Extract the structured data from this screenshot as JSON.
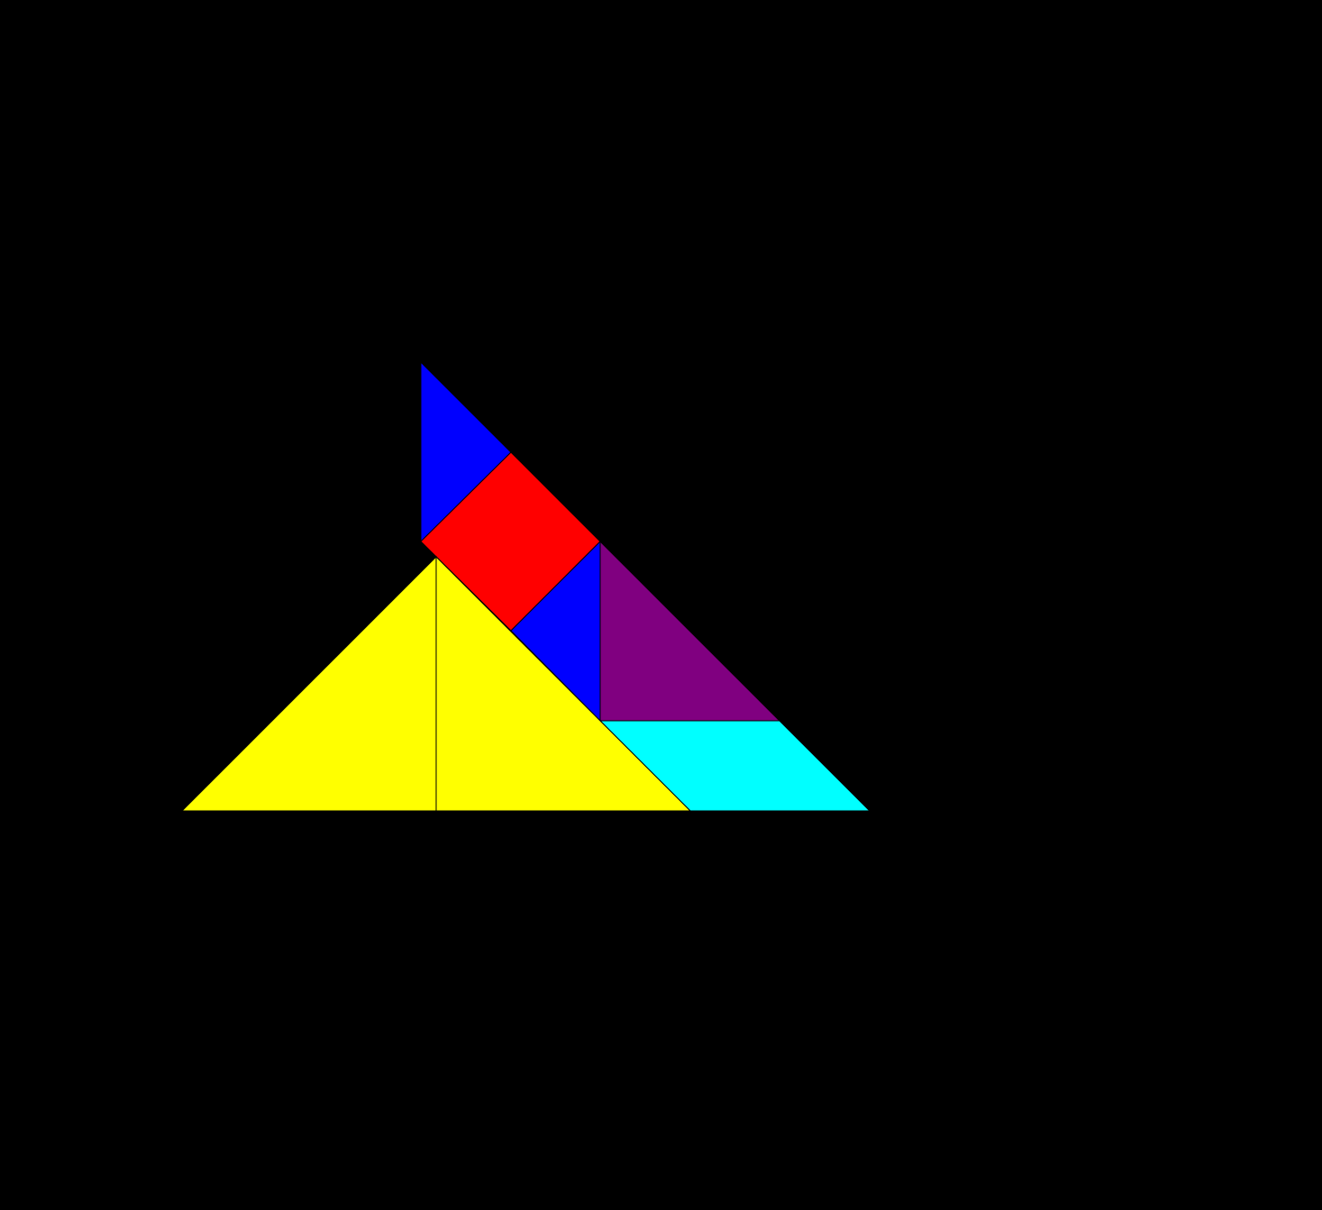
{
  "puzzle": {
    "background_color": "#000000",
    "pieces": [
      {
        "id": "small-triangle-top",
        "shape": "small-triangle",
        "color": "#0000ff"
      },
      {
        "id": "square",
        "shape": "square",
        "color": "#ff0000"
      },
      {
        "id": "small-triangle-middle",
        "shape": "small-triangle",
        "color": "#0000ff"
      },
      {
        "id": "medium-triangle",
        "shape": "medium-triangle",
        "color": "#800080"
      },
      {
        "id": "parallelogram",
        "shape": "parallelogram",
        "color": "#00ffff"
      },
      {
        "id": "large-triangle-left",
        "shape": "large-triangle",
        "color": "#ffff00"
      },
      {
        "id": "large-triangle-right",
        "shape": "large-triangle",
        "color": "#ffff00"
      }
    ]
  }
}
